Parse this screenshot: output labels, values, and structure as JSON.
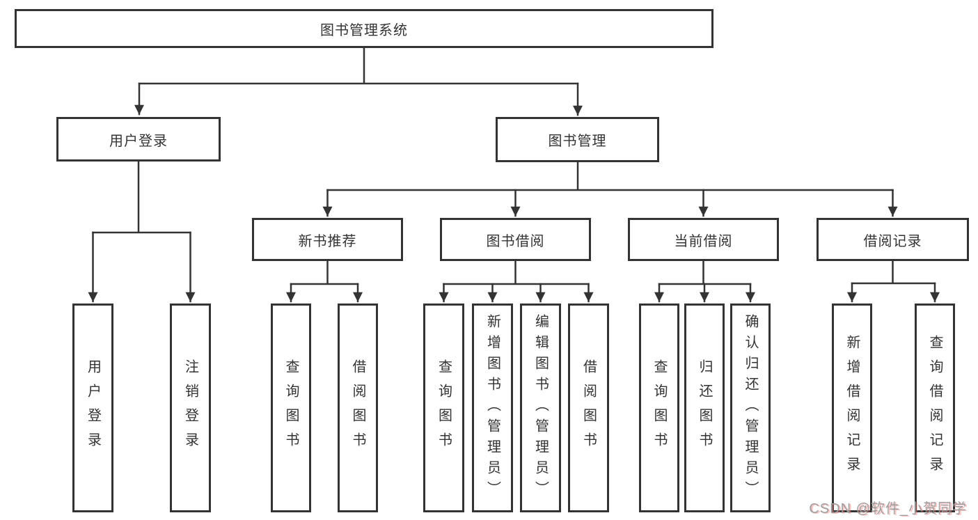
{
  "diagram": {
    "title": "图书管理系统",
    "tree": {
      "root": {
        "label": "图书管理系统"
      },
      "branches": [
        {
          "label": "用户登录",
          "children": [
            {
              "label": "用户登录"
            },
            {
              "label": "注销登录"
            }
          ]
        },
        {
          "label": "图书管理",
          "children": [
            {
              "label": "新书推荐",
              "children": [
                {
                  "label": "查询图书"
                },
                {
                  "label": "借阅图书"
                }
              ]
            },
            {
              "label": "图书借阅",
              "children": [
                {
                  "label": "查询图书"
                },
                {
                  "label": "新增图书（管理员）"
                },
                {
                  "label": "编辑图书（管理员）"
                },
                {
                  "label": "借阅图书"
                }
              ]
            },
            {
              "label": "当前借阅",
              "children": [
                {
                  "label": "查询图书"
                },
                {
                  "label": "归还图书"
                },
                {
                  "label": "确认归还（管理员）"
                }
              ]
            },
            {
              "label": "借阅记录",
              "children": [
                {
                  "label": "新增借阅记录"
                },
                {
                  "label": "查询借阅记录"
                }
              ]
            }
          ]
        }
      ]
    }
  },
  "watermark": {
    "text": "CSDN @软件_小贺同学"
  },
  "colors": {
    "line": "#333333",
    "text": "#333333",
    "box_background": "#ffffff",
    "watermark": "#9e9e9e"
  }
}
